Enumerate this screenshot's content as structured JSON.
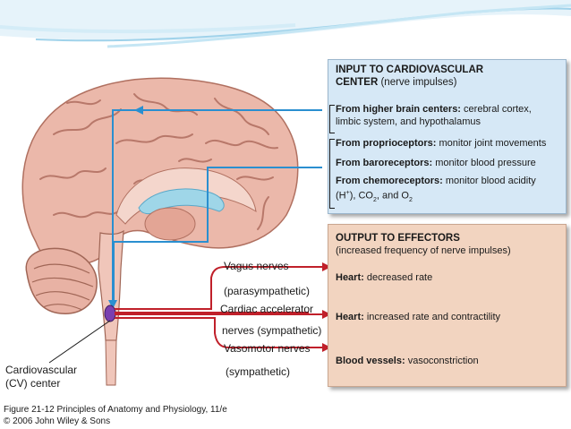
{
  "input_panel": {
    "title_line1": "INPUT TO CARDIOVASCULAR",
    "title_line2_bold": "CENTER",
    "title_line2_rest": " (nerve impulses)",
    "higher_bold": "From higher brain centers:",
    "higher_rest": " cerebral cortex,",
    "higher_line2": "limbic system, and hypothalamus",
    "proprio_bold": "From proprioceptors:",
    "proprio_rest": " monitor joint movements",
    "baro_bold": "From baroreceptors:",
    "baro_rest": " monitor blood pressure",
    "chemo_bold": "From chemoreceptors:",
    "chemo_rest": " monitor blood acidity",
    "chemo_l2_a": "(H",
    "chemo_l2_sup": "+",
    "chemo_l2_b": "), CO",
    "chemo_l2_sub1": "2",
    "chemo_l2_c": ", and O",
    "chemo_l2_sub2": "2"
  },
  "output_panel": {
    "title_line1": "OUTPUT TO EFFECTORS",
    "title_line2": "(increased frequency of nerve impulses)",
    "heart1_bold": "Heart:",
    "heart1_rest": " decreased rate",
    "heart2_bold": "Heart:",
    "heart2_rest": " increased rate and contractility",
    "vessels_bold": "Blood vessels:",
    "vessels_rest": " vasoconstriction"
  },
  "nerves": {
    "vagus_1": "Vagus nerves",
    "vagus_2": "(parasympathetic)",
    "accel_1": "Cardiac accelerator",
    "accel_2": "nerves (sympathetic)",
    "vaso_1": "Vasomotor nerves",
    "vaso_2": "(sympathetic)"
  },
  "center_label": {
    "line1": "Cardiovascular",
    "line2": "(CV) center"
  },
  "caption": {
    "line1": "Figure 21-12  Principles of Anatomy and Physiology, 11/e",
    "line2": "© 2006 John Wiley & Sons"
  },
  "colors": {
    "input_arrow": "#2a8fd0",
    "output_arrow": "#c0202a",
    "input_panel": "#d6e8f6",
    "output_panel": "#f2d4c0",
    "brain": "#e9b3a6",
    "cv_center": "#7a3fb0"
  }
}
